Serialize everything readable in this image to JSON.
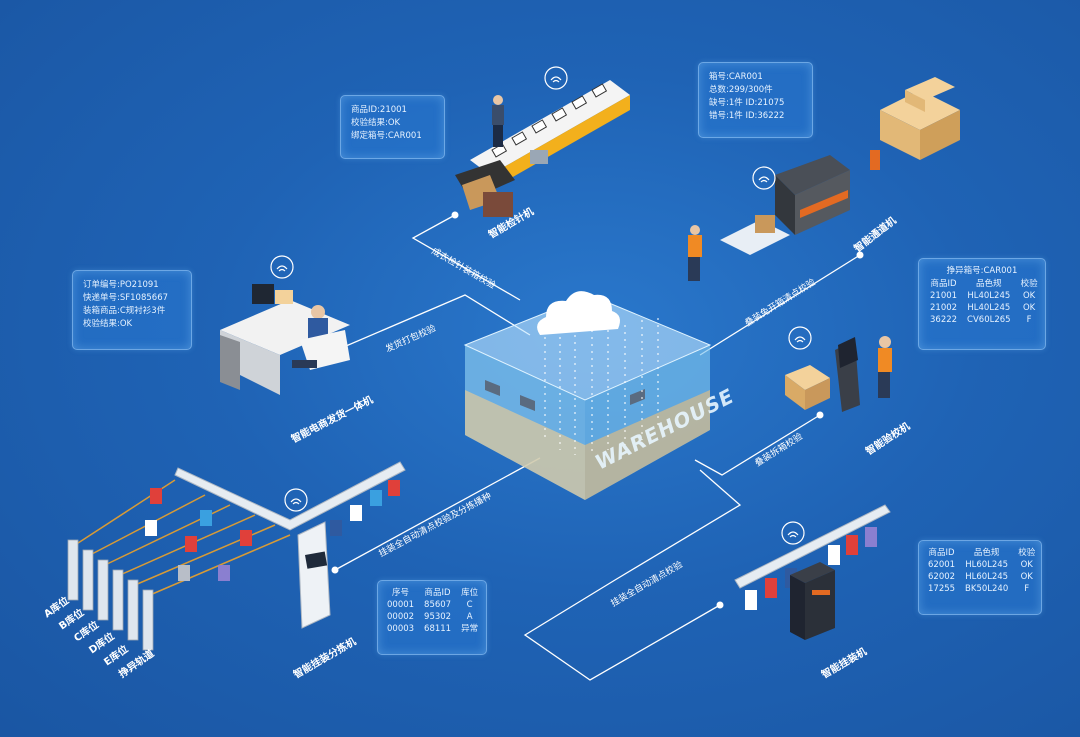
{
  "warehouse": {
    "title": "WAREHOUSE"
  },
  "panels": {
    "checker": [
      "商品ID:21001",
      "校验结果:OK",
      "绑定箱号:CAR001"
    ],
    "packer": [
      "订单编号:PO21091",
      "快递单号:SF1085667",
      "装箱商品:C规衬衫3件",
      "校验结果:OK"
    ],
    "channel": [
      "箱号:CAR001",
      "总数:299/300件",
      "缺号:1件  ID:21075",
      "错号:1件  ID:36222"
    ],
    "sorting": {
      "title": "挣异箱号:CAR001",
      "headers": [
        "商品ID",
        "品色规",
        "校验"
      ],
      "rows": [
        [
          "21001",
          "HL40L245",
          "OK"
        ],
        [
          "21002",
          "HL40L245",
          "OK"
        ],
        [
          "36222",
          "CV60L265",
          "F"
        ]
      ]
    },
    "hanging_sort": {
      "headers": [
        "序号",
        "商品ID",
        "库位"
      ],
      "rows": [
        [
          "00001",
          "85607",
          "C"
        ],
        [
          "00002",
          "95302",
          "A"
        ],
        [
          "00003",
          "68111",
          "异常"
        ]
      ]
    },
    "hanging": {
      "headers": [
        "商品ID",
        "品色规",
        "校验"
      ],
      "rows": [
        [
          "62001",
          "HL60L245",
          "OK"
        ],
        [
          "62002",
          "HL60L245",
          "OK"
        ],
        [
          "17255",
          "BK50L240",
          "F"
        ]
      ]
    }
  },
  "machines": {
    "checker": "智能检针机",
    "channel": "智能通道机",
    "packer": "智能电商发货一体机",
    "verifier": "智能验校机",
    "hanging_sort": "智能挂装分拣机",
    "hanging": "智能挂装机"
  },
  "links": {
    "checker": "成衣检针装箱校验",
    "channel": "叠装免开箱清点校验",
    "packer": "发货打包校验",
    "verifier": "叠装拆箱校验",
    "hanging_sort": "挂装全自动清点校验及分拣播种",
    "hanging": "挂装全自动清点校验"
  },
  "locations": [
    "A库位",
    "B库位",
    "C库位",
    "D库位",
    "E库位",
    "挣异轨道"
  ],
  "colors": {
    "background": "#1f63b5",
    "line": "#ffffff",
    "panel_border": "#aad7ff"
  },
  "icons": [
    "rfid-signal-icon",
    "cloud-icon"
  ]
}
